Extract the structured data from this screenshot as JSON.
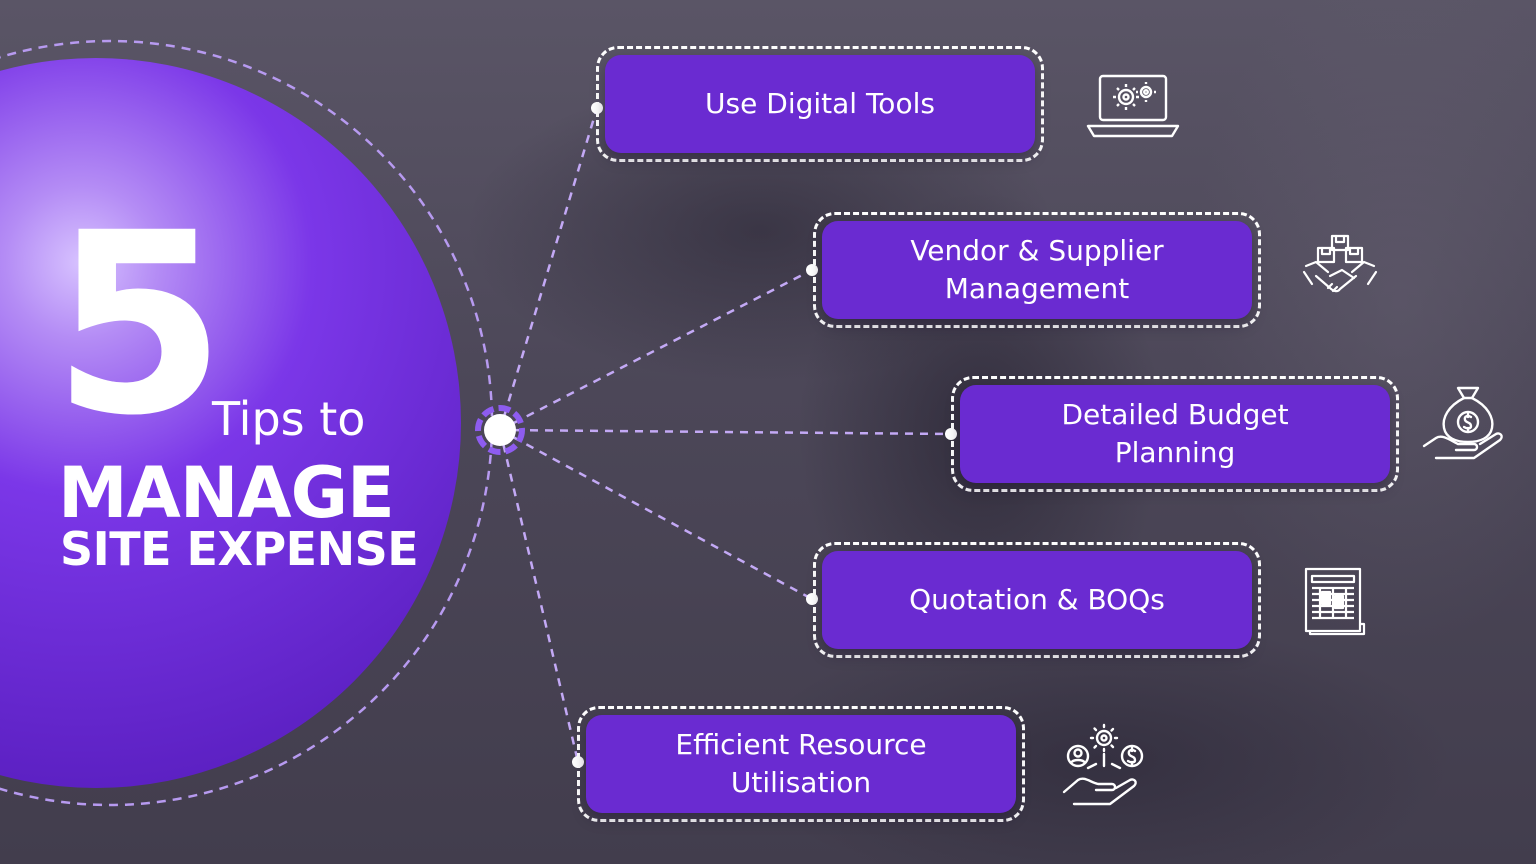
{
  "hero": {
    "number": "5",
    "line1": "Tips to",
    "line2": "MANAGE",
    "line3": "SITE EXPENSE"
  },
  "tips": [
    {
      "label": "Use Digital Tools",
      "icon": "laptop-gears-icon"
    },
    {
      "label": "Vendor & Supplier Management",
      "icon": "handshake-boxes-icon"
    },
    {
      "label": "Detailed Budget Planning",
      "icon": "money-bag-hand-icon"
    },
    {
      "label": "Quotation & BOQs",
      "icon": "document-table-icon"
    },
    {
      "label": "Efficient Resource Utilisation",
      "icon": "hand-people-gear-dollar-icon"
    }
  ],
  "colors": {
    "accent": "#6a2bd1",
    "sphere": "#7a3be6",
    "connector": "#b79af0"
  }
}
